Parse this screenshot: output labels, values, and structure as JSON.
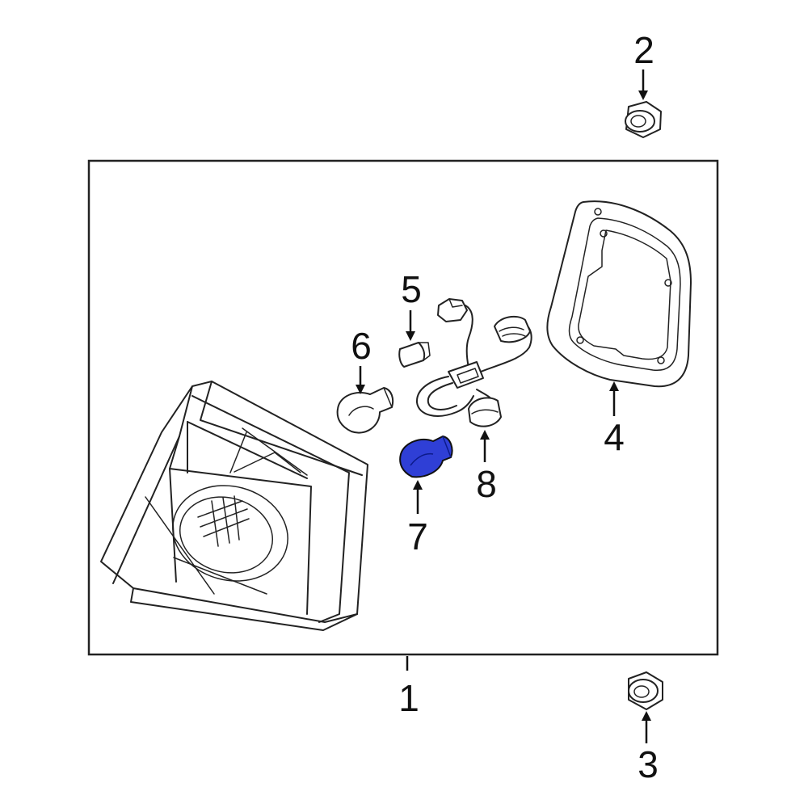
{
  "callouts": {
    "c1": "1",
    "c2": "2",
    "c3": "3",
    "c4": "4",
    "c5": "5",
    "c6": "6",
    "c7": "7",
    "c8": "8"
  },
  "colors": {
    "highlight_part": "#2f3fd6",
    "line": "#222222",
    "background": "#ffffff"
  }
}
